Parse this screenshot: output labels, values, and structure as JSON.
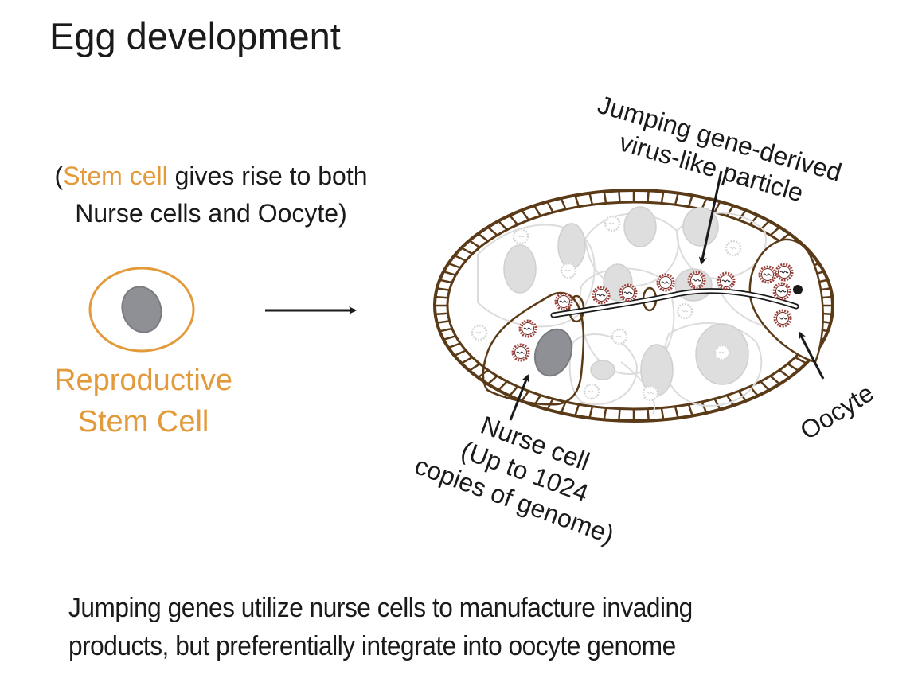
{
  "title": "Egg development",
  "subtitle": {
    "line1_highlight": "Stem cell",
    "line1_open": "(",
    "line1_rest": " gives rise to both",
    "line2": "Nurse cells and Oocyte)"
  },
  "stem_cell": {
    "label_line1": "Reproductive",
    "label_line2": "Stem Cell"
  },
  "labels": {
    "vlp_line1": "Jumping gene-derived",
    "vlp_line2": "virus-like particle",
    "nurse_line1": "Nurse cell",
    "nurse_line2": "(Up to 1024",
    "nurse_line3": "copies of genome)",
    "oocyte": "Oocyte"
  },
  "caption": {
    "line1": "Jumping genes utilize nurse cells to manufacture invading",
    "line2": "products, but preferentially integrate into oocyte genome"
  },
  "colors": {
    "stem_orange": "#e39a3b",
    "follicle_brown": "#5a3a17",
    "nucleus_gray": "#8e9095",
    "faint_gray": "#d6d6d6",
    "particle_red": "#a0403a"
  }
}
